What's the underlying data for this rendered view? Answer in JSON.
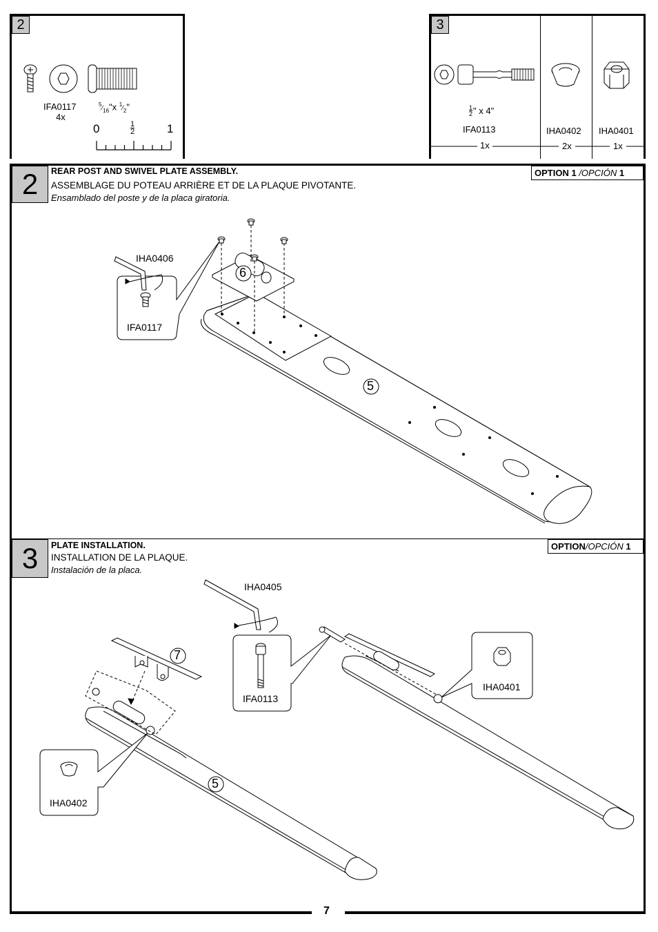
{
  "hardware_box_2": {
    "step_number": "2",
    "part_code": "IFA0117",
    "quantity": "4x",
    "size_html_parts": [
      "5",
      "16",
      "\"x ",
      "1",
      "2",
      "\""
    ],
    "ruler": {
      "zero": "0",
      "half_num": "1",
      "half_den": "2",
      "one": "1"
    }
  },
  "hardware_box_3": {
    "step_number": "3",
    "items": [
      {
        "size_num": "1",
        "size_den": "2",
        "size_rest": "\" x 4\"",
        "code": "IFA0113",
        "qty": "1x"
      },
      {
        "code": "IHA0402",
        "qty": "2x"
      },
      {
        "code": "IHA0401",
        "qty": "1x"
      }
    ]
  },
  "step2": {
    "number": "2",
    "title_en": "REAR POST AND SWIVEL PLATE ASSEMBLY.",
    "title_fr": "ASSEMBLAGE DU POTEAU ARRIÈRE ET DE LA PLAQUE PIVOTANTE.",
    "title_es": "Ensamblado del poste y de la placa giratoria.",
    "option_label": "OPTION 1",
    "option_es": "/OPCIÓN",
    "option_num": "1",
    "tool_code": "IHA0406",
    "bolt_code": "IFA0117",
    "part_plate": "6",
    "part_post": "5"
  },
  "step3": {
    "number": "3",
    "title_en": "PLATE INSTALLATION.",
    "title_fr": "INSTALLATION DE LA PLAQUE.",
    "title_es": "Instalación de la placa.",
    "option_label": "OPTION",
    "option_es": "/OPCIÓN",
    "option_num": "1",
    "tool_code": "IHA0405",
    "bolt_code": "IFA0113",
    "washer_code": "IHA0402",
    "nut_code": "IHA0401",
    "part_plate": "7",
    "part_post": "5"
  },
  "footer": {
    "page_number": "7"
  }
}
